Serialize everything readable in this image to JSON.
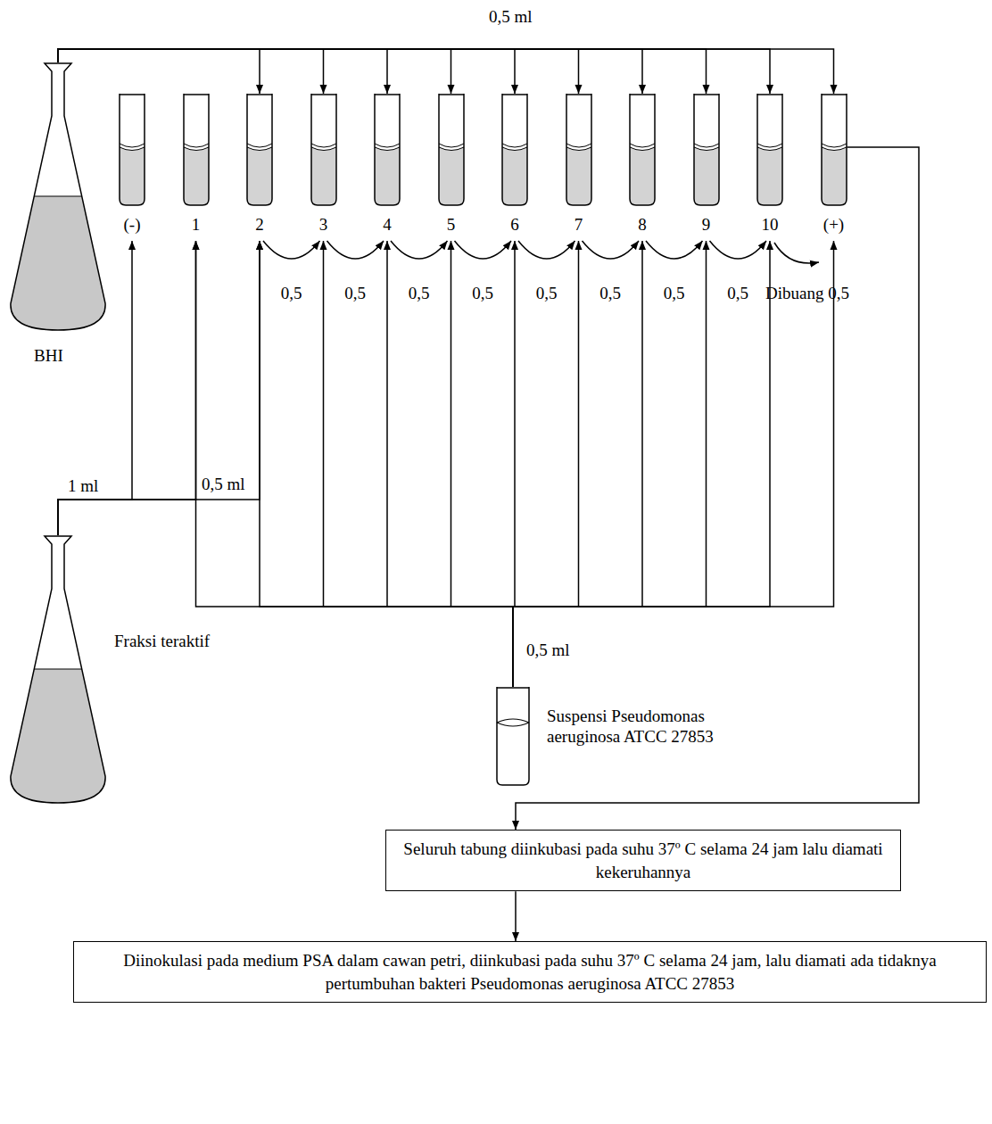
{
  "diagram": {
    "nodes": [
      {
        "text": [
          "BHI"
        ]
      },
      {
        "text": [
          "(-)"
        ]
      },
      {
        "text": [
          "1"
        ]
      },
      {
        "text": [
          "2"
        ]
      },
      {
        "text": [
          "3"
        ]
      },
      {
        "text": [
          "4"
        ]
      },
      {
        "text": [
          "5"
        ]
      },
      {
        "text": [
          "6"
        ]
      },
      {
        "text": [
          "7"
        ]
      },
      {
        "text": [
          "8"
        ]
      },
      {
        "text": [
          "9"
        ]
      },
      {
        "text": [
          "10"
        ]
      },
      {
        "text": [
          "(+)"
        ]
      },
      {
        "text": [
          "Fraksi teraktif"
        ]
      },
      {
        "text": [
          "Suspensi Pseudomonas aeruginosa ATCC 27853"
        ]
      },
      {
        "text": [
          "Seluruh tabung diinkubasi pada suhu 37º C selama 24 jam lalu diamati kekeruhannya"
        ]
      },
      {
        "text": [
          "Diinokulasi pada medium PSA dalam cawan petri, diinkubasi pada suhu 37º C selama 24 jam, lalu diamati ada tidaknya pertumbuhan bakteri Pseudomonas aeruginosa ATCC 27853"
        ]
      }
    ],
    "edges": [
      {
        "from": 0,
        "to": 3,
        "arrow": "to"
      },
      {
        "from": 0,
        "to": 4,
        "arrow": "to"
      },
      {
        "from": 0,
        "to": 5,
        "arrow": "to"
      },
      {
        "from": 0,
        "to": 6,
        "arrow": "to"
      },
      {
        "from": 0,
        "to": 7,
        "arrow": "to"
      },
      {
        "from": 0,
        "to": 8,
        "arrow": "to"
      },
      {
        "from": 0,
        "to": 9,
        "arrow": "to"
      },
      {
        "from": 0,
        "to": 10,
        "arrow": "to"
      },
      {
        "from": 0,
        "to": 11,
        "arrow": "to"
      },
      {
        "from": 0,
        "to": 12,
        "arrow": "to"
      },
      {
        "from": 13,
        "to": 1,
        "arrow": "to"
      },
      {
        "from": 13,
        "to": 2,
        "arrow": "to"
      },
      {
        "from": 13,
        "to": 3,
        "arrow": "to"
      },
      {
        "from": 14,
        "to": 2,
        "arrow": "to"
      },
      {
        "from": 14,
        "to": 3,
        "arrow": "to"
      },
      {
        "from": 14,
        "to": 4,
        "arrow": "to"
      },
      {
        "from": 14,
        "to": 5,
        "arrow": "to"
      },
      {
        "from": 14,
        "to": 6,
        "arrow": "to"
      },
      {
        "from": 14,
        "to": 7,
        "arrow": "to"
      },
      {
        "from": 14,
        "to": 8,
        "arrow": "to"
      },
      {
        "from": 14,
        "to": 9,
        "arrow": "to"
      },
      {
        "from": 14,
        "to": 10,
        "arrow": "to"
      },
      {
        "from": 14,
        "to": 11,
        "arrow": "to"
      },
      {
        "from": 14,
        "to": 12,
        "arrow": "to"
      },
      {
        "from": 3,
        "to": 4,
        "arrow": "to"
      },
      {
        "from": 4,
        "to": 5,
        "arrow": "to"
      },
      {
        "from": 5,
        "to": 6,
        "arrow": "to"
      },
      {
        "from": 6,
        "to": 7,
        "arrow": "to"
      },
      {
        "from": 7,
        "to": 8,
        "arrow": "to"
      },
      {
        "from": 8,
        "to": 9,
        "arrow": "to"
      },
      {
        "from": 9,
        "to": 10,
        "arrow": "to"
      },
      {
        "from": 10,
        "to": 11,
        "arrow": "to"
      },
      {
        "from": 12,
        "to": 15,
        "arrow": "to"
      },
      {
        "from": 15,
        "to": 16,
        "arrow": "to"
      }
    ],
    "labels": [
      "0,5 ml",
      "0,5",
      "0,5",
      "0,5",
      "0,5",
      "0,5",
      "0,5",
      "0,5",
      "0,5",
      "Dibuang 0,5",
      "1 ml",
      "0,5 ml",
      "0,5 ml"
    ]
  }
}
